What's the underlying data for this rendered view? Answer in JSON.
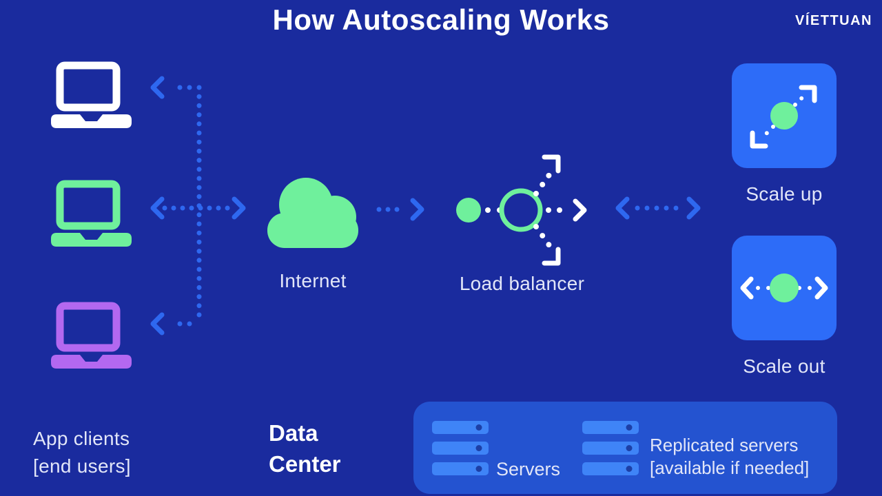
{
  "title": "How Autoscaling Works",
  "logo": "VÍETTUAN",
  "nodes": {
    "internet_label": "Internet",
    "load_balancer_label": "Load balancer",
    "scale_up_label": "Scale up",
    "scale_out_label": "Scale out"
  },
  "app_clients": {
    "line1": "App clients",
    "line2": "[end users]"
  },
  "data_center": {
    "line1": "Data",
    "line2": "Center",
    "servers_label": "Servers",
    "replicated_line1": "Replicated servers",
    "replicated_line2": "[available if needed]"
  },
  "icons": {
    "client1": "laptop-icon-white",
    "client2": "laptop-icon-green",
    "client3": "laptop-icon-purple",
    "internet": "cloud-icon",
    "load_balancer": "load-balancer-icon",
    "scale_up": "scale-up-diagonal-expand-icon",
    "scale_out": "scale-out-horizontal-expand-icon",
    "servers": "server-stack-icon",
    "connectors": "dotted-arrow-icons"
  },
  "colors": {
    "background": "#1A2B9E",
    "arrow_blue": "#2E68F0",
    "box_blue": "#2D6CF8",
    "panel_blue": "#2453D0",
    "server_bar_blue": "#3F84F7",
    "server_dot_blue": "#1D3FA6",
    "green": "#6FF09C",
    "purple": "#B368F0",
    "white": "#FFFFFF",
    "label_text": "#E2E6F8"
  }
}
